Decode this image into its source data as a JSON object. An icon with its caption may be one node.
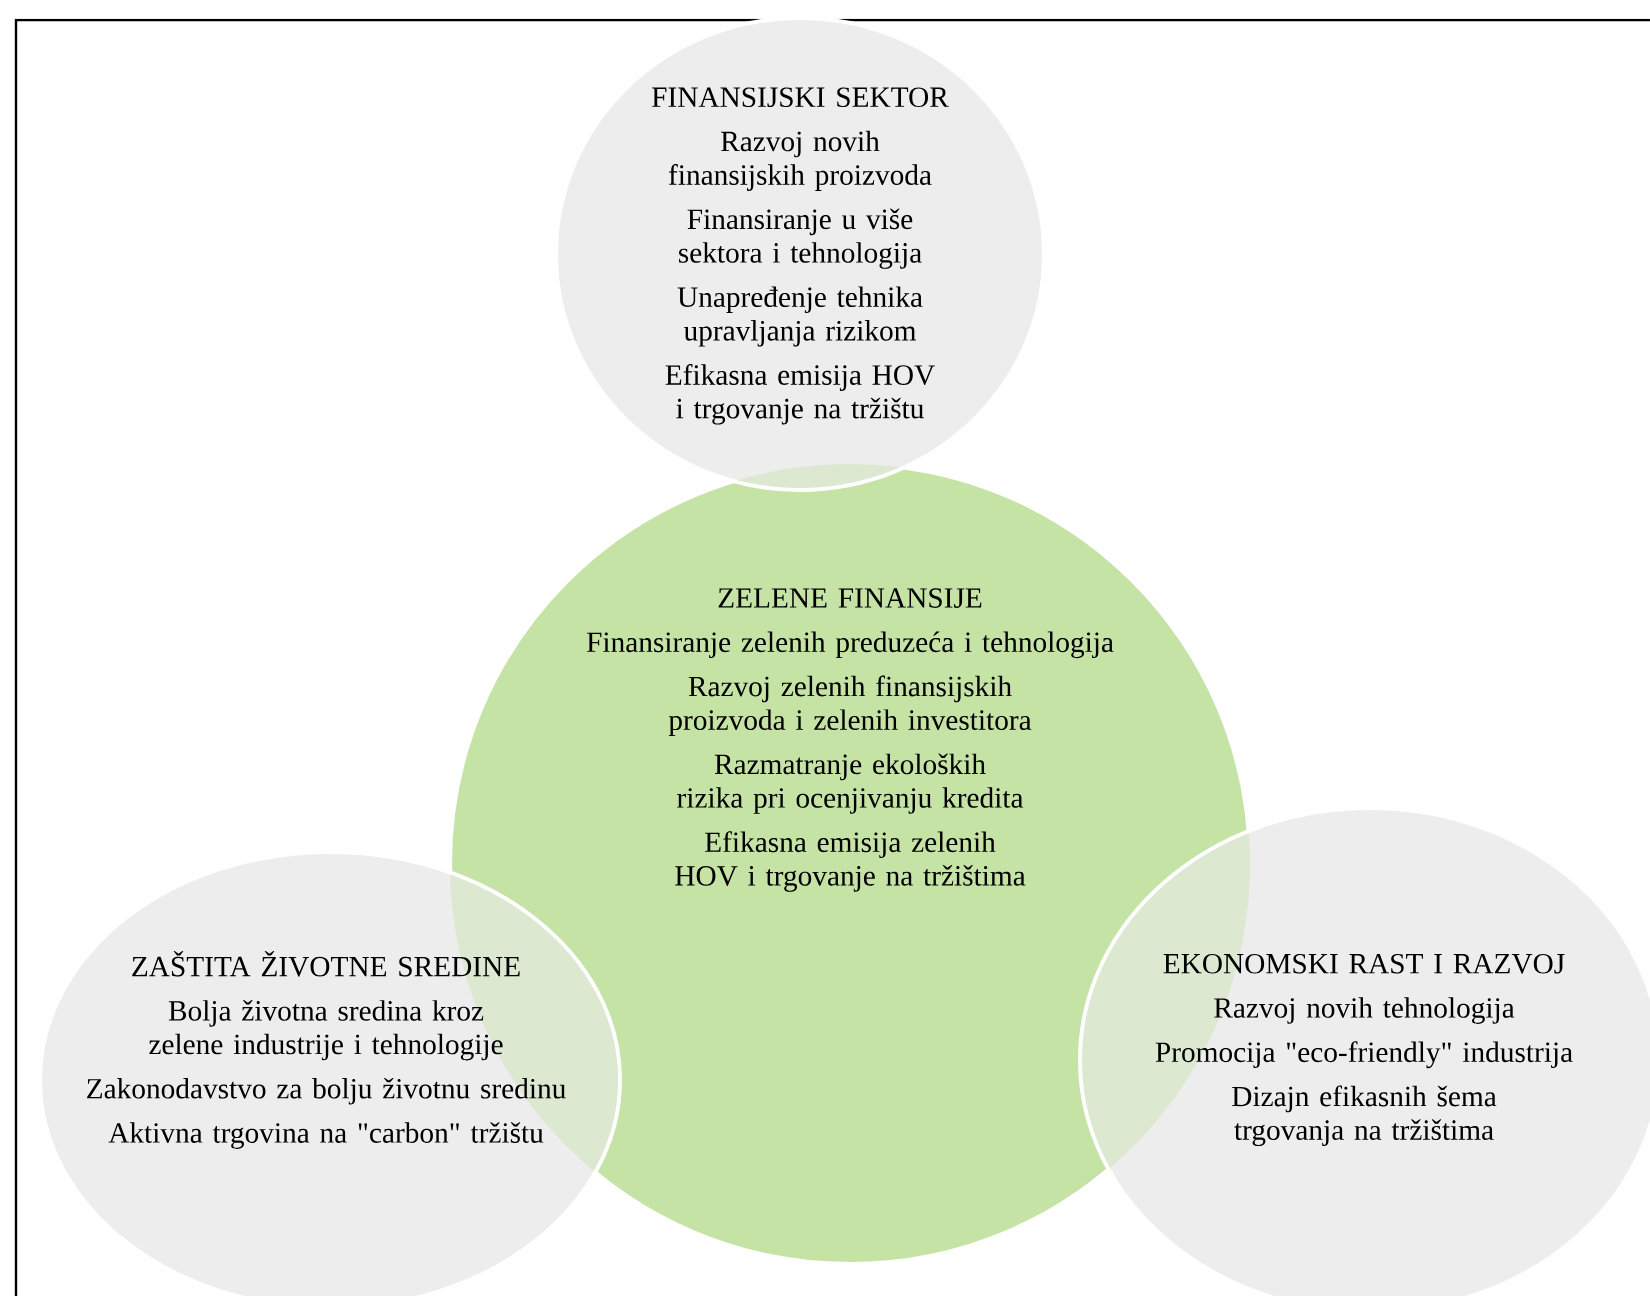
{
  "diagram": {
    "nodes": [
      {
        "text": [
          "FINANSIJSKI SEKTOR",
          "Razvoj novih finansijskih proizvoda",
          "Finansiranje u više sektora i tehnologija",
          "Unapređenje tehnika upravljanja rizikom",
          "Efikasna emisija HOV i trgovanje na tržištu"
        ]
      },
      {
        "text": [
          "ZELENE FINANSIJE",
          "Finansiranje zelenih preduzeća i tehnologija",
          "Razvoj zelenih finansijskih proizvoda i zelenih investitora",
          "Razmatranje ekoloških rizika pri ocenjivanju kredita",
          "Efikasna emisija zelenih HOV i trgovanje na tržištima"
        ]
      },
      {
        "text": [
          "ZAŠTITA ŽIVOTNE SREDINE",
          "Bolja životna sredina kroz zelene industrije i tehnologije",
          "Zakonodavstvo za bolju životnu sredinu",
          "Aktivna trgovina na \"carbon\" tržištu"
        ]
      },
      {
        "text": [
          "EKONOMSKI RAST I RAZVOJ",
          "Razvoj novih tehnologija",
          "Promocija \"eco-friendly\" industrija",
          "Dizajn efikasnih šema trgovanja na tržištima"
        ]
      }
    ]
  }
}
